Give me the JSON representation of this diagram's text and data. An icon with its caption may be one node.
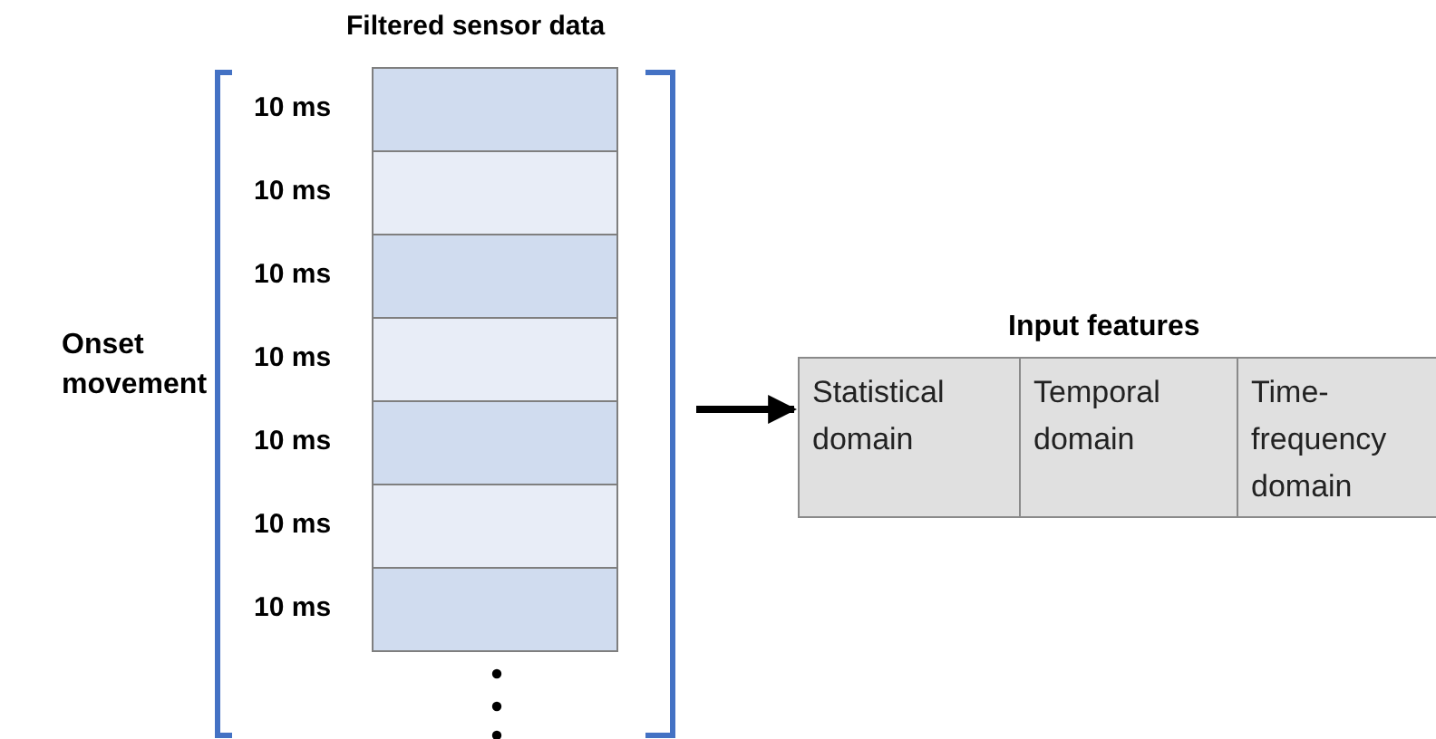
{
  "diagram": {
    "nodes": [
      {
        "text": [
          "Filtered sensor data"
        ]
      },
      {
        "text": [],
        "shape": "box",
        "in": 0,
        "beside": [
          "10 ms"
        ]
      },
      {
        "text": [],
        "shape": "box",
        "in": 0,
        "beside": [
          "10 ms"
        ]
      },
      {
        "text": [],
        "shape": "box",
        "in": 0,
        "beside": [
          "10 ms"
        ]
      },
      {
        "text": [],
        "shape": "box",
        "in": 0,
        "beside": [
          "10 ms"
        ]
      },
      {
        "text": [],
        "shape": "box",
        "in": 0,
        "beside": [
          "10 ms"
        ]
      },
      {
        "text": [],
        "shape": "box",
        "in": 0,
        "beside": [
          "10 ms"
        ]
      },
      {
        "text": [],
        "shape": "box",
        "in": 0,
        "beside": [
          "10 ms"
        ]
      },
      {
        "text": [
          "Input features"
        ]
      },
      {
        "text": [
          "Statistical domain"
        ],
        "in": 8
      },
      {
        "text": [
          "Temporal domain"
        ],
        "in": 8
      },
      {
        "text": [
          "Time-frequency domain"
        ],
        "in": 8
      }
    ],
    "edges": [
      {
        "from": 0,
        "to": 8,
        "arrow": "to"
      }
    ],
    "labels": [
      "Onset movement"
    ]
  }
}
